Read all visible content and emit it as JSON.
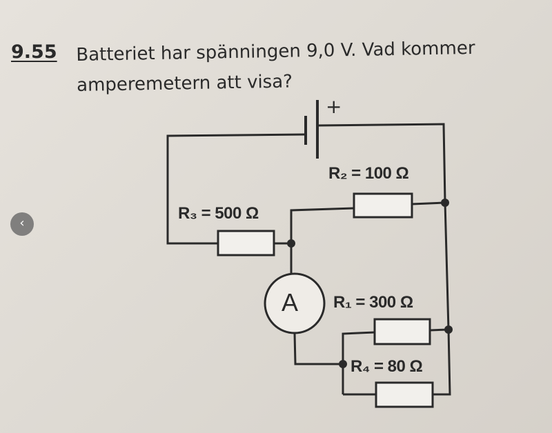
{
  "problem": {
    "number": "9.55",
    "line1": "Batteriet har spänningen 9,0 V. Vad kommer",
    "line2": "amperemetern att visa?"
  },
  "circuit": {
    "battery_plus": "+",
    "ammeter": "A",
    "r1": "R₁ = 300 Ω",
    "r2": "R₂ = 100 Ω",
    "r3": "R₃ = 500 Ω",
    "r4": "R₄ = 80 Ω"
  },
  "nav": {
    "back_icon": "‹"
  }
}
